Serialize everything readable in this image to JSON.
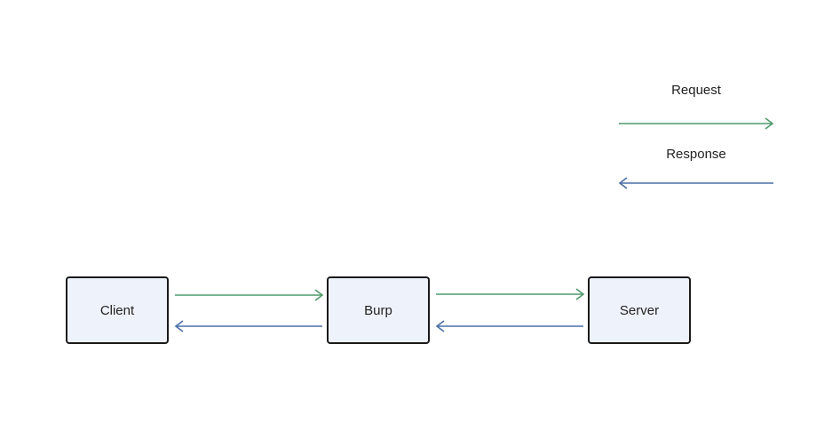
{
  "legend": {
    "request_label": "Request",
    "response_label": "Response",
    "request_color": "#4f9a6b",
    "response_color": "#4a6fa8"
  },
  "nodes": {
    "client": "Client",
    "burp": "Burp",
    "server": "Server"
  },
  "edges": [
    {
      "from": "client",
      "to": "burp",
      "kind": "request"
    },
    {
      "from": "burp",
      "to": "client",
      "kind": "response"
    },
    {
      "from": "burp",
      "to": "server",
      "kind": "request"
    },
    {
      "from": "server",
      "to": "burp",
      "kind": "response"
    }
  ]
}
